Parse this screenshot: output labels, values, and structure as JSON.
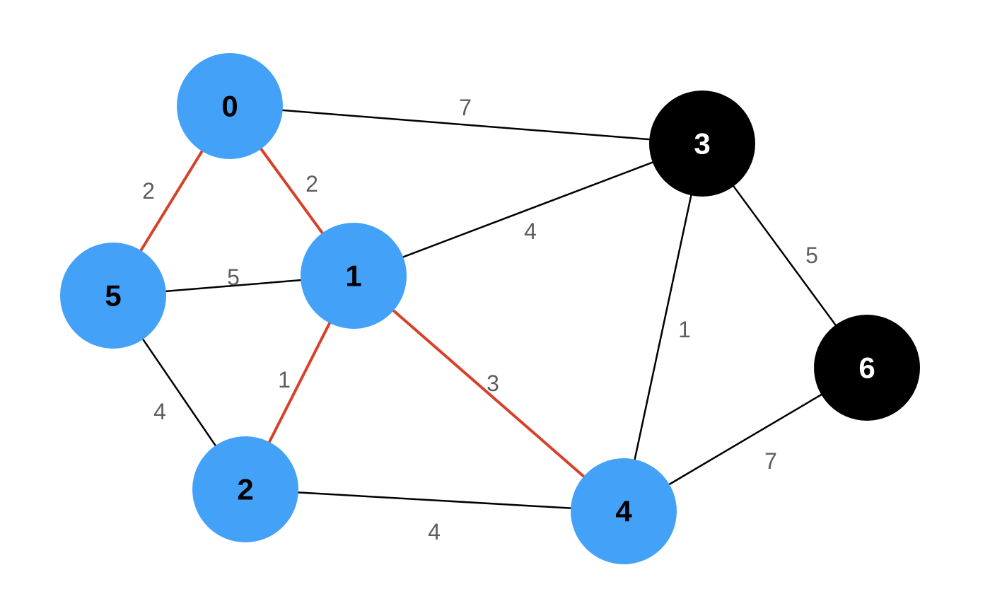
{
  "colors": {
    "visited_node": "#44a1f8",
    "unvisited_node": "#000000",
    "visited_label": "#000000",
    "unvisited_label": "#ffffff",
    "normal_edge": "#000000",
    "selected_edge": "#d7412a",
    "weight_text": "#5e5e5e"
  },
  "nodes": [
    {
      "id": "0",
      "label": "0",
      "status": "visited"
    },
    {
      "id": "1",
      "label": "1",
      "status": "visited"
    },
    {
      "id": "2",
      "label": "2",
      "status": "visited"
    },
    {
      "id": "3",
      "label": "3",
      "status": "unvisited"
    },
    {
      "id": "4",
      "label": "4",
      "status": "visited"
    },
    {
      "id": "5",
      "label": "5",
      "status": "visited"
    },
    {
      "id": "6",
      "label": "6",
      "status": "unvisited"
    }
  ],
  "edges": [
    {
      "from": "0",
      "to": "3",
      "weight": "7",
      "selected": false
    },
    {
      "from": "0",
      "to": "5",
      "weight": "2",
      "selected": true
    },
    {
      "from": "0",
      "to": "1",
      "weight": "2",
      "selected": true
    },
    {
      "from": "1",
      "to": "3",
      "weight": "4",
      "selected": false
    },
    {
      "from": "5",
      "to": "1",
      "weight": "5",
      "selected": false
    },
    {
      "from": "1",
      "to": "2",
      "weight": "1",
      "selected": true
    },
    {
      "from": "1",
      "to": "4",
      "weight": "3",
      "selected": true
    },
    {
      "from": "5",
      "to": "2",
      "weight": "4",
      "selected": false
    },
    {
      "from": "2",
      "to": "4",
      "weight": "4",
      "selected": false
    },
    {
      "from": "3",
      "to": "4",
      "weight": "1",
      "selected": false
    },
    {
      "from": "3",
      "to": "6",
      "weight": "5",
      "selected": false
    },
    {
      "from": "4",
      "to": "6",
      "weight": "7",
      "selected": false
    }
  ]
}
